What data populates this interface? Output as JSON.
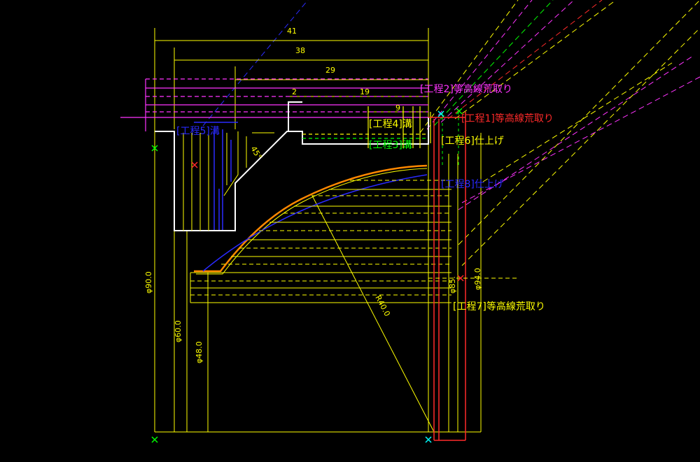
{
  "colors": {
    "background": "#000000",
    "yellow": "#ffff00",
    "magenta": "#ff33ff",
    "red": "#ff2a2a",
    "green": "#00ff00",
    "blue": "#2a2aff",
    "white": "#ffffff",
    "cyan": "#00ffff",
    "orange": "#ff8800"
  },
  "dimensions": {
    "d41": "41",
    "d38": "38",
    "d29": "29",
    "d2": "2",
    "d19": "19",
    "d9": "9",
    "angle45": "45°",
    "radius": "R40.0",
    "phi90": "φ90.0",
    "phi60": "φ60.0",
    "phi48": "φ48.0",
    "phi94": "φ94.0",
    "phi85": "φ85."
  },
  "process_labels": {
    "p1": "[工程1]等高線荒取り",
    "p2": "[工程2]等高線荒取り",
    "p3": "[工程3]溝",
    "p4": "[工程4]溝",
    "p5": "[工程5]溝",
    "p6": "[工程6]仕上げ",
    "p7": "[工程7]等高線荒取り",
    "p8": "[工程8]仕上げ"
  }
}
